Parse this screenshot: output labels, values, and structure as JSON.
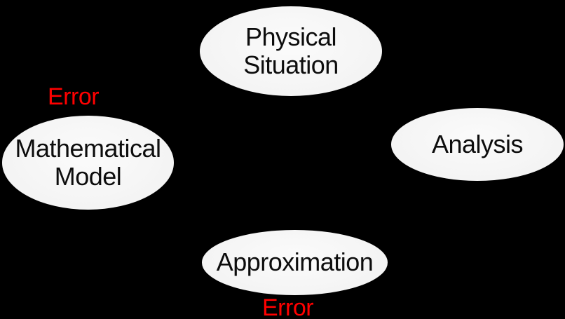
{
  "colors": {
    "background": "#000000",
    "node-fill": "#f3f3f3",
    "node-fill-light": "#fbfbfb",
    "node-text": "#0d0d0d",
    "error-text": "#ff0000"
  },
  "nodes": [
    {
      "name": "physical-situation",
      "lines": [
        "Physical",
        "Situation"
      ]
    },
    {
      "name": "mathematical-model",
      "lines": [
        "Mathematical",
        "Model"
      ]
    },
    {
      "name": "analysis",
      "lines": [
        "Analysis"
      ]
    },
    {
      "name": "approximation",
      "lines": [
        "Approximation"
      ]
    }
  ],
  "labels": [
    {
      "name": "error-upper",
      "text": "Error"
    },
    {
      "name": "error-lower",
      "text": "Error"
    }
  ]
}
